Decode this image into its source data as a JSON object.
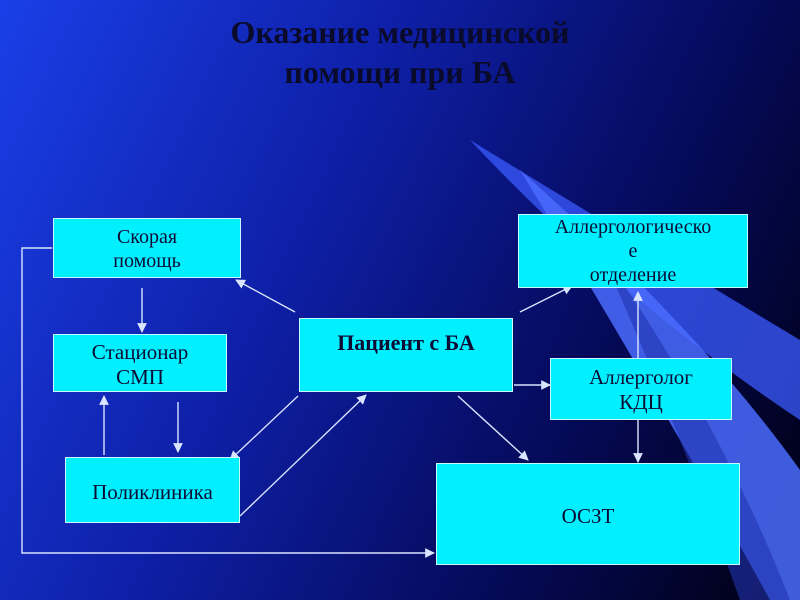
{
  "title_line1": "Оказание медицинской",
  "title_line2": "помощи при БА",
  "nodes": {
    "skoraya": [
      "Скорая",
      "помощь"
    ],
    "stacionar": [
      "Стационар",
      "СМП"
    ],
    "poliklinika": "Поликлиника",
    "pacient": "Пациент с БА",
    "allerg_otd": [
      "Аллергологическо",
      "е",
      "отделение"
    ],
    "allergolog": [
      "Аллерголог",
      "КДЦ"
    ],
    "oszt": "ОСЗТ"
  },
  "colors": {
    "box_fill": "#00f0ff",
    "arrow": "#d9e4ff",
    "title": "#0a0a2a"
  }
}
